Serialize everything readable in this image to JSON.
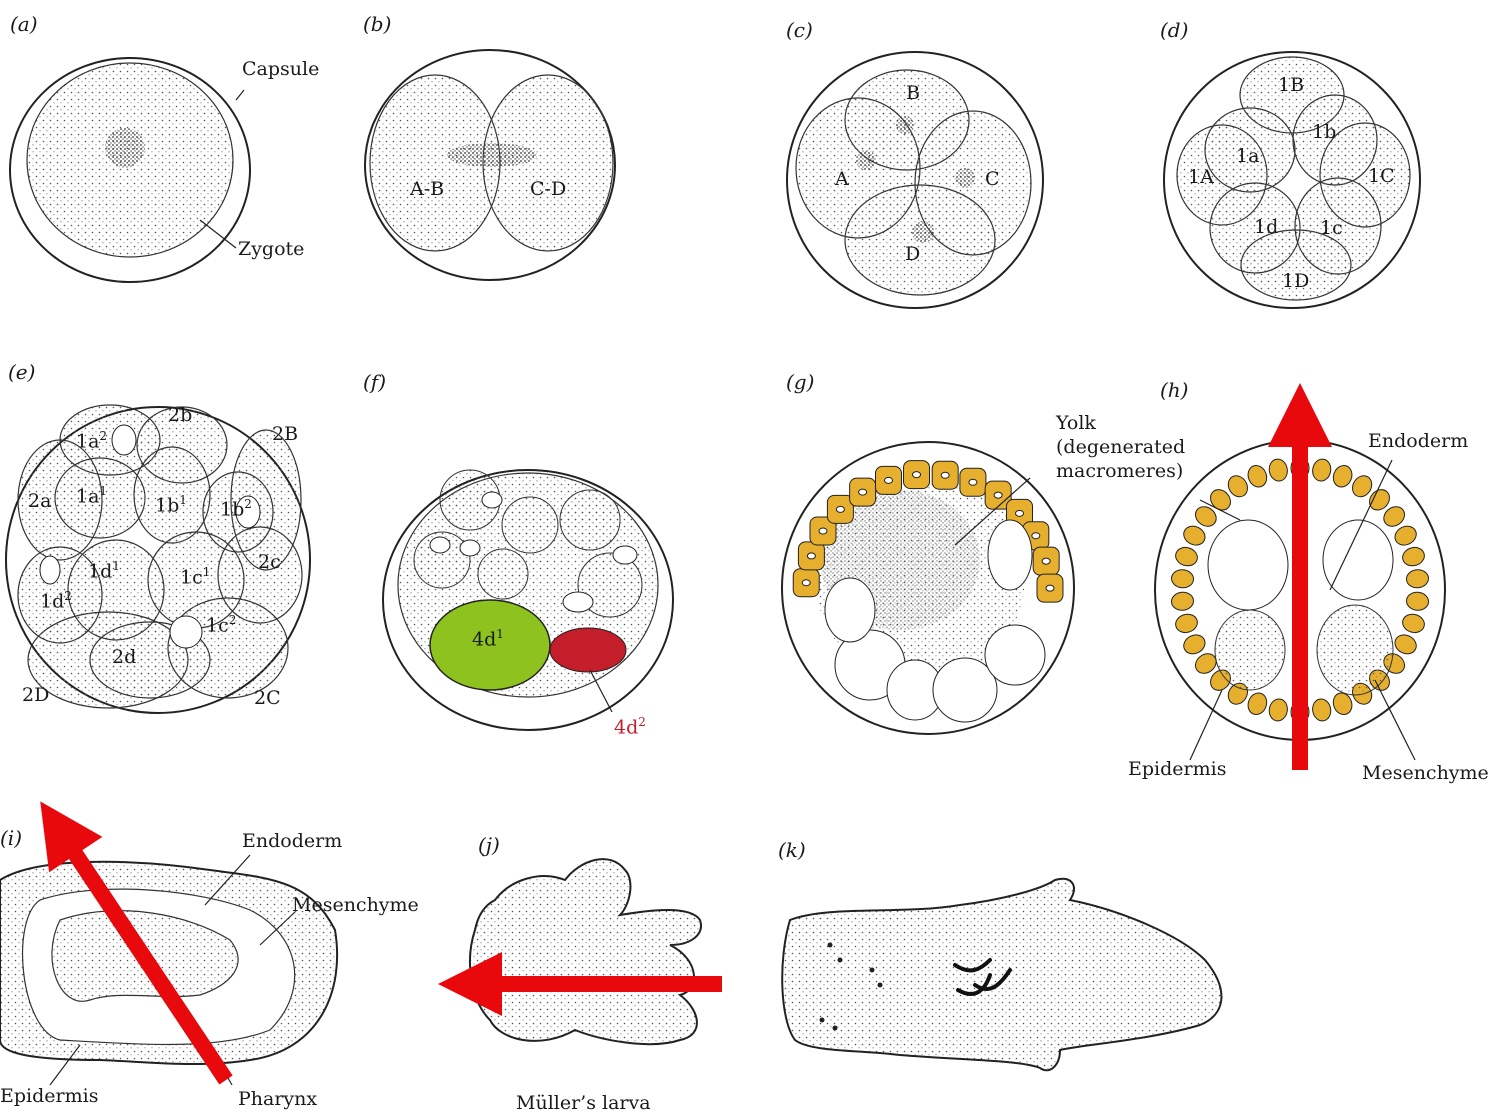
{
  "panels": {
    "a": "(a)",
    "b": "(b)",
    "c": "(c)",
    "d": "(d)",
    "e": "(e)",
    "f": "(f)",
    "g": "(g)",
    "h": "(h)",
    "i": "(i)",
    "j": "(j)",
    "k": "(k)"
  },
  "labels": {
    "capsule": "Capsule",
    "zygote": "Zygote",
    "yolk": "Yolk\n(degenerated\nmacromeres)",
    "endoderm_h": "Endoderm",
    "epidermis_h": "Epidermis",
    "mesenchyme_h": "Mesenchyme",
    "endoderm_i": "Endoderm",
    "mesenchyme_i": "Mesenchyme",
    "epidermis_i": "Epidermis",
    "pharynx": "Pharynx",
    "muller": "Müller’s larva"
  },
  "cells": {
    "b": [
      "A-B",
      "C-D"
    ],
    "c": [
      "A",
      "B",
      "C",
      "D"
    ],
    "d": [
      "1A",
      "1B",
      "1C",
      "1D",
      "1a",
      "1b",
      "1c",
      "1d"
    ],
    "e": {
      "1a2": "1a",
      "1a2_sup": "2",
      "1a1": "1a",
      "1a1_sup": "1",
      "1b1": "1b",
      "1b1_sup": "1",
      "1b2": "1b",
      "1b2_sup": "2",
      "1c1": "1c",
      "1c1_sup": "1",
      "1c2": "1c",
      "1c2_sup": "2",
      "1d1": "1d",
      "1d1_sup": "1",
      "1d2": "1d",
      "1d2_sup": "2",
      "2a": "2a",
      "2b": "2b",
      "2c": "2c",
      "2d": "2d",
      "2B": "2B",
      "2C": "2C",
      "2D": "2D"
    },
    "f": {
      "4d1": "4d",
      "4d1_sup": "1",
      "4d2": "4d",
      "4d2_sup": "2"
    }
  },
  "colors": {
    "green_4d1": "#8dc21f",
    "red_4d2": "#c41e2a",
    "yellow_cells": "#e6b02e",
    "arrow_red": "#e8090d",
    "stipple": "#555555"
  }
}
